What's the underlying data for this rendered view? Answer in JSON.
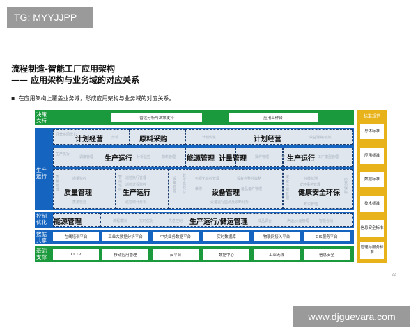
{
  "tag": "TG: MYYJJPP",
  "title1": "流程制造-智能工厂应用架构",
  "title2": "—— 应用架构与业务域的对应关系",
  "bullet": "在应用架构上覆盖业务域，形成应用架构与业务域的对应关系。",
  "page_number": "22",
  "watermark": "www.djguevara.com",
  "decision": {
    "label": "决策\n支持",
    "boxes": [
      "营运分析与决策支持",
      "应用工作台"
    ]
  },
  "production": {
    "label": "生产\n运行",
    "row1": {
      "big": [
        "计划经营",
        "原料采购",
        "计划经营"
      ],
      "faint": [
        "经营协同优化",
        "分析",
        "计划优化",
        "效益测算/绩效"
      ]
    },
    "row2": {
      "big": [
        "生产运行",
        "能源管理",
        "计量管理",
        "生产运行"
      ],
      "faint": [
        "生产执行",
        "调度管理",
        "分析监控",
        "物料管理",
        "操作管理",
        "安",
        "工厂模型管理"
      ]
    },
    "row3": {
      "big": [
        "质量管理",
        "生产运行",
        "设备管理",
        "健康安全环保"
      ],
      "faint": [
        "质量管理",
        "质量监控",
        "质量检验",
        "智能巡检",
        "巡检执行管理",
        "巡检过程监控",
        "巡检统计分析",
        "设备管理",
        "数字化交付",
        "可视化监控管理",
        "设备完整性策略",
        "维修",
        "备品备件管理",
        "设备运行监测及诊断分析",
        "安全环保管理",
        "在线监测",
        "安环事务管理",
        "知识管理",
        "应急保障"
      ]
    }
  },
  "control": {
    "label": "控制\n优化",
    "big": [
      "能源管理",
      "生产运行/储运管理"
    ],
    "faint": [
      "流程模拟",
      "实时优化",
      "先进控制",
      "油品调合",
      "汽运/火运管理",
      "智能仓储"
    ]
  },
  "data_share": {
    "label": "数据\n共享",
    "boxes": [
      "在线培训平台",
      "工业大数据分析平台",
      "中央业务数据平台",
      "实时数据库",
      "物联网接入平台",
      "GIS服务平台"
    ]
  },
  "base": {
    "label": "基础\n支撑",
    "boxes": [
      "CCTV",
      "移动应用管理",
      "云平台",
      "数据中心",
      "工业无线",
      "信息安全"
    ]
  },
  "standards": {
    "title": "标准规范",
    "items": [
      "总体标准",
      "应用标准",
      "数据标准",
      "技术标准",
      "信息安全标准",
      "管理与服务标准"
    ]
  },
  "colors": {
    "green": "#1a9a3c",
    "blue": "#1565c0",
    "yellow": "#e8b21a"
  }
}
